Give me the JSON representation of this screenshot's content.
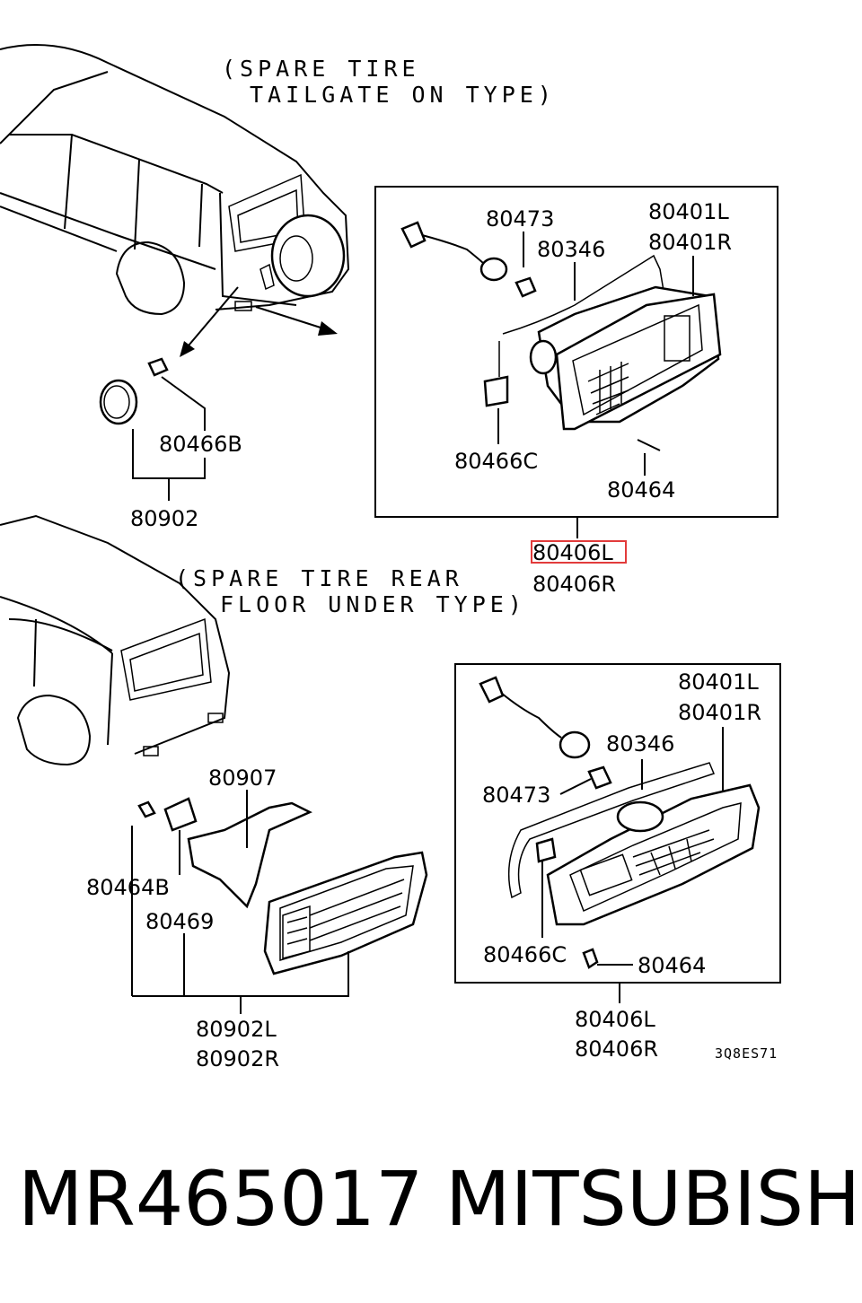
{
  "captions": {
    "top_line1": "(SPARE TIRE",
    "top_line2": "TAILGATE ON TYPE)",
    "bottom_line1": "(SPARE TIRE REAR",
    "bottom_line2": "FLOOR UNDER TYPE)"
  },
  "top_box": {
    "labels": [
      "80473",
      "80401L",
      "80401R",
      "80346",
      "80466C",
      "80464"
    ]
  },
  "top_left": {
    "labels": [
      "80466B",
      "80902"
    ]
  },
  "top_assembly": {
    "label_highlighted": "80406L",
    "label_second": "80406R",
    "highlight_color": "#e23b3b"
  },
  "bottom_box": {
    "labels": [
      "80401L",
      "80401R",
      "80346",
      "80473",
      "80466C",
      "80464"
    ]
  },
  "bottom_left": {
    "labels": [
      "80907",
      "80464B",
      "80469",
      "80902L",
      "80902R"
    ]
  },
  "bottom_assembly": {
    "label_first": "80406L",
    "label_second": "80406R"
  },
  "diagram_code": "3Q8ES71",
  "footer": {
    "part_number": "MR465017",
    "brand": "MITSUBISHI"
  }
}
